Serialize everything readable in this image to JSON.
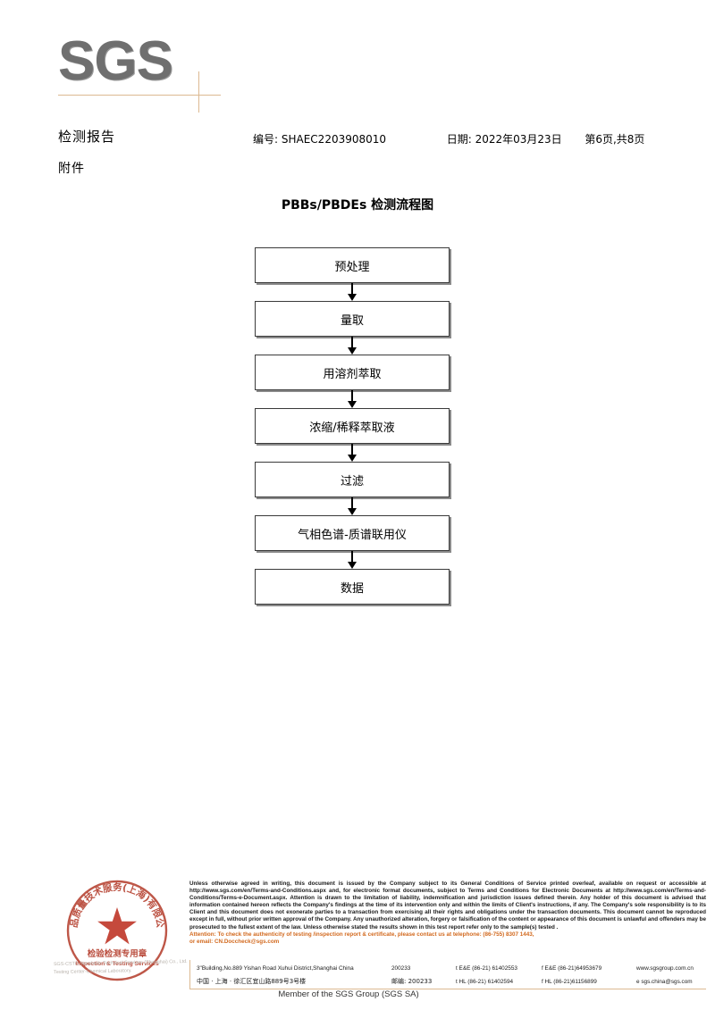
{
  "logo": {
    "text": "SGS"
  },
  "header": {
    "report_title": "检测报告",
    "report_subtitle": "附件",
    "number_label": "编号:",
    "number_value": "SHAEC2203908010",
    "date_label": "日期:",
    "date_value": "2022年03月23日",
    "page_info": "第6页,共8页"
  },
  "flowchart": {
    "title": "PBBs/PBDEs 检测流程图",
    "nodes": [
      {
        "label": "预处理"
      },
      {
        "label": "量取"
      },
      {
        "label": "用溶剂萃取"
      },
      {
        "label": "浓缩/稀释萃取液"
      },
      {
        "label": "过滤"
      },
      {
        "label": "气相色谱-质谱联用仪"
      },
      {
        "label": "数据"
      }
    ]
  },
  "stamp": {
    "top_text": "产品质量技术服务(上海)有限公司",
    "center_cn": "检验检测专用章",
    "center_en": "Inspection & Testing Services",
    "faint_line1": "SGS-CSTC Standards Technical Services (Shanghai) Co., Ltd.",
    "faint_line2": "Testing Center-Chemical Laboratory."
  },
  "footer": {
    "legal_paragraph": "Unless otherwise agreed in writing, this document is issued by the Company subject to its General Conditions of Service printed overleaf, available on request or accessible at http://www.sgs.com/en/Terms-and-Conditions.aspx and, for electronic format documents, subject to Terms and Conditions for Electronic Documents at http://www.sgs.com/en/Terms-and-Conditions/Terms-e-Document.aspx. Attention is drawn to the limitation of liability, indemnification and jurisdiction issues defined therein. Any holder of this document is advised that information contained hereon reflects the Company's findings at the time of its intervention only and within the limits of Client's instructions, if any. The Company's sole responsibility is to its Client and this document does not exonerate parties to a transaction from exercising all their rights and obligations under the transaction documents. This document cannot be reproduced except in full, without prior written approval of the Company. Any unauthorized alteration, forgery or falsification of the content or appearance of this document is unlawful and offenders may be prosecuted to the fullest extent of the law. Unless otherwise stated the results shown in this test report refer only to the sample(s) tested .",
    "attention_line1": "Attention: To check the authenticity of testing /inspection report & certificate, please contact us at telephone: (86-755) 8307 1443,",
    "attention_line2": "or email: CN.Doccheck@sgs.com",
    "address_en": "3\"Building,No.889 Yishan Road Xuhui District,Shanghai China",
    "address_cn": "中国 · 上海 · 徐汇区宜山路889号3号楼",
    "zip_en": "200233",
    "zip_cn_label": "邮编:",
    "zip_cn": "200233",
    "tel_ee": "t E&E (86-21) 61402553",
    "fax_ee": "f E&E (86-21)64953679",
    "tel_hl": "t HL (86-21) 61402594",
    "fax_hl": "f HL (86-21)61156899",
    "website": "www.sgsgroup.com.cn",
    "email": "e  sgs.china@sgs.com",
    "member_line": "Member of the SGS Group (SGS SA)"
  },
  "colors": {
    "accent_tan": "#dcb991",
    "attention_orange": "#d2691e",
    "logo_gray": "#6f6f6f",
    "stamp_red": "#c0392b"
  }
}
